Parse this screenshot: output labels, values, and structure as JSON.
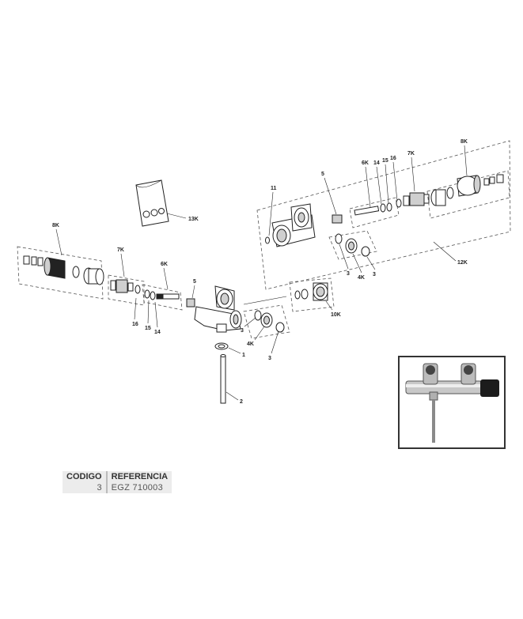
{
  "labels": {
    "l_8k_left": "8K",
    "l_7k_left": "7K",
    "l_6k_left": "6K",
    "l_5_left": "5",
    "l_16_left": "16",
    "l_15_left": "15",
    "l_14_left": "14",
    "l_1": "1",
    "l_2": "2",
    "l_3_left_a": "3",
    "l_4k_left": "4K",
    "l_3_left_b": "3",
    "l_10k": "10K",
    "l_11": "11",
    "l_5_right": "5",
    "l_3_right_a": "3",
    "l_4k_right": "4K",
    "l_3_right_b": "3",
    "l_12k": "12K",
    "l_6k_right": "6K",
    "l_14_right": "14",
    "l_15_right": "15",
    "l_16_right": "16",
    "l_7k_right": "7K",
    "l_8k_right": "8K",
    "l_13k": "13K"
  },
  "table": {
    "header_codigo": "CODIGO",
    "header_referencia": "REFERENCIA",
    "codigo": "3",
    "referencia": "EGZ 710003"
  }
}
